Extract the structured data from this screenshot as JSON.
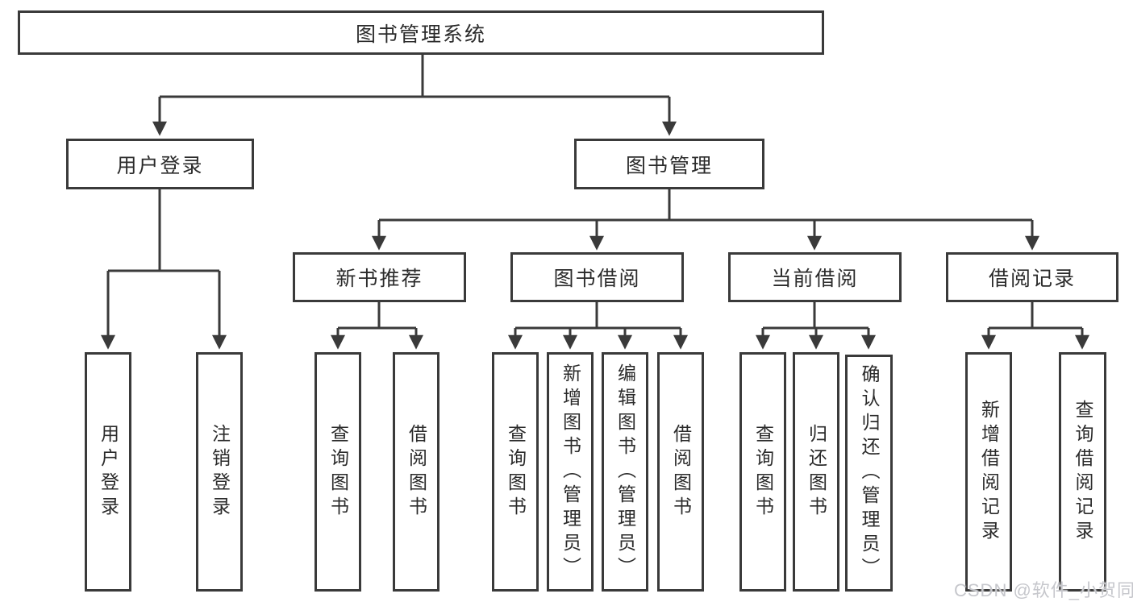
{
  "tree": {
    "root": "图书管理系统",
    "level2": [
      "用户登录",
      "图书管理"
    ],
    "level3": [
      "新书推荐",
      "图书借阅",
      "当前借阅",
      "借阅记录"
    ],
    "leaves": [
      "用户登录",
      "注销登录",
      "查询图书",
      "借阅图书",
      "查询图书",
      "新增图书（管理员）",
      "编辑图书（管理员）",
      "借阅图书",
      "查询图书",
      "归还图书",
      "确认归还（管理员）",
      "新增借阅记录",
      "查询借阅记录"
    ]
  },
  "watermark": "CSDN @软件_小贺同学",
  "colors": {
    "line": "#3a3a3a",
    "text": "#2b2b2b",
    "background": "#ffffff",
    "watermark": "#c6c7cc"
  }
}
